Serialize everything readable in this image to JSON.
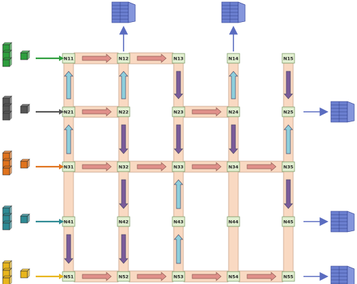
{
  "nodes": [
    [
      "N11",
      "N12",
      "N13",
      "N14",
      "N15"
    ],
    [
      "N21",
      "N22",
      "N23",
      "N24",
      "N25"
    ],
    [
      "N31",
      "N32",
      "N33",
      "N34",
      "N35"
    ],
    [
      "N41",
      "N42",
      "N43",
      "N44",
      "N45"
    ],
    [
      "N51",
      "N52",
      "N53",
      "N54",
      "N55"
    ]
  ],
  "horizontal_links": [
    [
      {
        "present": true,
        "arrow": "right"
      },
      {
        "present": true,
        "arrow": "right"
      },
      {
        "present": false,
        "arrow": "none"
      },
      {
        "present": false,
        "arrow": "none"
      }
    ],
    [
      {
        "present": true,
        "arrow": "right"
      },
      {
        "present": false,
        "arrow": "none"
      },
      {
        "present": true,
        "arrow": "right"
      },
      {
        "present": false,
        "arrow": "none"
      }
    ],
    [
      {
        "present": true,
        "arrow": "right"
      },
      {
        "present": true,
        "arrow": "right"
      },
      {
        "present": true,
        "arrow": "right"
      },
      {
        "present": true,
        "arrow": "right"
      }
    ],
    [
      {
        "present": false,
        "arrow": "none"
      },
      {
        "present": false,
        "arrow": "none"
      },
      {
        "present": false,
        "arrow": "none"
      },
      {
        "present": false,
        "arrow": "none"
      }
    ],
    [
      {
        "present": true,
        "arrow": "right"
      },
      {
        "present": true,
        "arrow": "right"
      },
      {
        "present": true,
        "arrow": "right"
      },
      {
        "present": true,
        "arrow": "right"
      }
    ]
  ],
  "vertical_links": [
    [
      {
        "present": true,
        "arrow": "up"
      },
      {
        "present": true,
        "arrow": "up"
      },
      {
        "present": true,
        "arrow": "down"
      },
      {
        "present": true,
        "arrow": "up"
      },
      {
        "present": true,
        "arrow": "down"
      }
    ],
    [
      {
        "present": true,
        "arrow": "up"
      },
      {
        "present": true,
        "arrow": "down"
      },
      {
        "present": true,
        "arrow": "down"
      },
      {
        "present": true,
        "arrow": "down"
      },
      {
        "present": true,
        "arrow": "up"
      }
    ],
    [
      {
        "present": true,
        "arrow": "none"
      },
      {
        "present": true,
        "arrow": "down"
      },
      {
        "present": true,
        "arrow": "up"
      },
      {
        "present": true,
        "arrow": "none"
      },
      {
        "present": true,
        "arrow": "down"
      }
    ],
    [
      {
        "present": true,
        "arrow": "down"
      },
      {
        "present": true,
        "arrow": "down"
      },
      {
        "present": true,
        "arrow": "up"
      },
      {
        "present": true,
        "arrow": "none"
      },
      {
        "present": true,
        "arrow": "none"
      }
    ]
  ],
  "sources": [
    {
      "row": 1,
      "color": "#2e9e3e"
    },
    {
      "row": 2,
      "color": "#555555"
    },
    {
      "row": 3,
      "color": "#e0731e"
    },
    {
      "row": 4,
      "color": "#2f8a94"
    },
    {
      "row": 5,
      "color": "#e8b51c"
    }
  ],
  "sinks": [
    "N12",
    "N14",
    "N25",
    "N45",
    "N55"
  ],
  "colors": {
    "link_fill": "#f9d9c2",
    "link_stroke": "#c9a58c",
    "node_fill": "#e3f0d2",
    "node_stroke": "#7a9a66",
    "arrow_right": "#e0908a",
    "arrow_up": "#8ecfdc",
    "arrow_down": "#7a5b9a",
    "sink": "#6b7fd0",
    "sink_arrow": "#5a6cc0"
  }
}
